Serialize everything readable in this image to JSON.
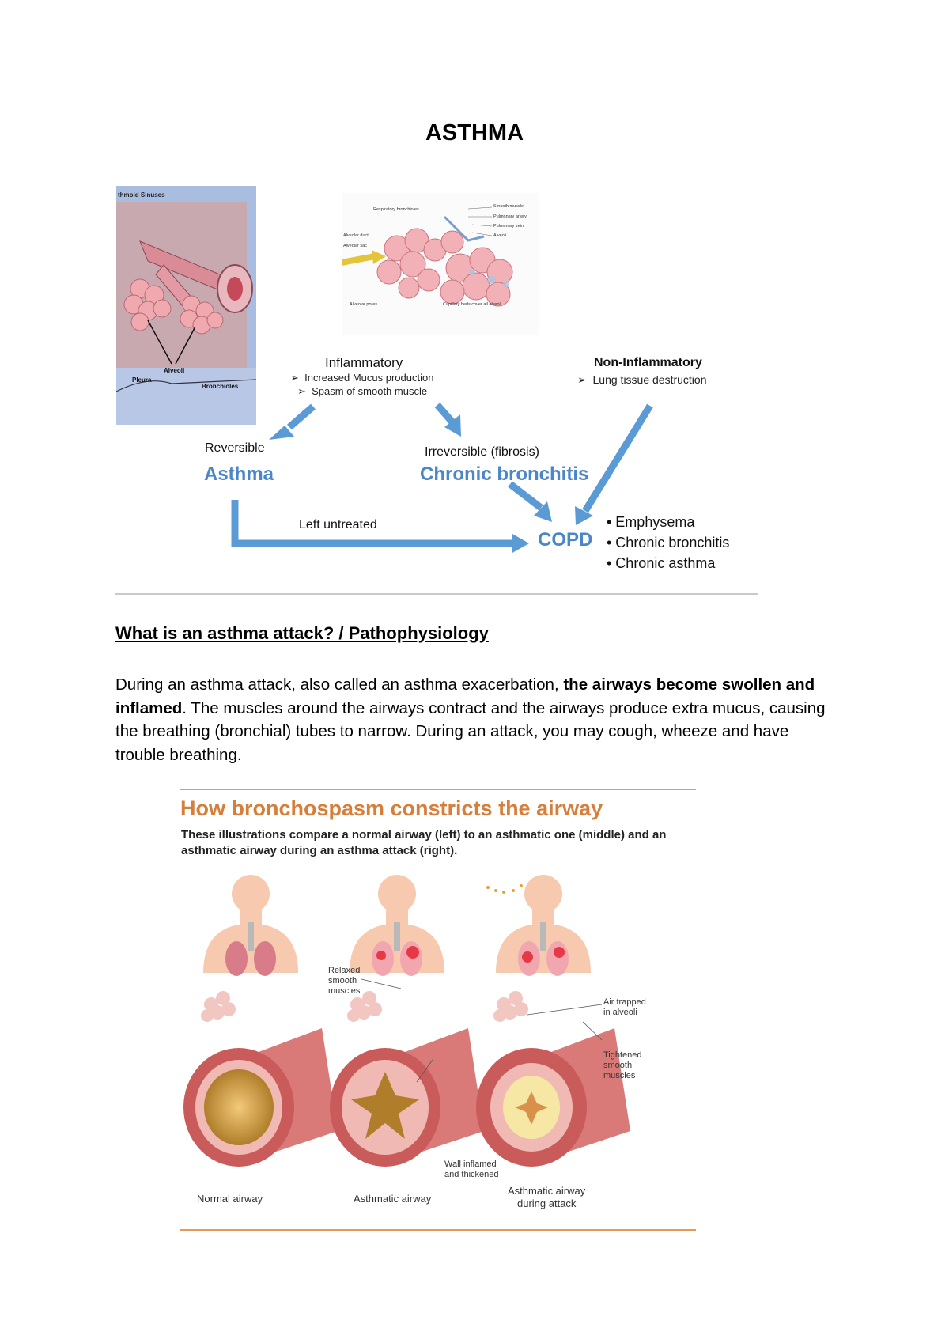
{
  "page_title": "ASTHMA",
  "top_figure": {
    "anatomy_labels": {
      "sinuses": "thmoid Sinuses",
      "alveoli": "Alveoli",
      "pleura": "Pleura",
      "bronchioles": "Bronchioles"
    },
    "lung_labels": {
      "respiratory_bronchioles": "Respiratory bronchioles",
      "smooth_muscle": "Smooth muscle",
      "pulmonary_artery": "Pulmonary artery",
      "pulmonary_vein": "Pulmonary vein",
      "alveoli": "Alveoli",
      "alveolar_duct": "Alveolar duct",
      "alveolar_sac": "Alveolar sac",
      "alveolar_pores": "Alveolar pores",
      "capillary": "Capillary beds cover all alveoli"
    }
  },
  "diagram": {
    "inflammatory_label": "Inflammatory",
    "inflammatory_items": [
      "Increased Mucus production",
      "Spasm of smooth muscle"
    ],
    "noninflammatory_label": "Non-Inflammatory",
    "noninflammatory_items": [
      "Lung tissue destruction"
    ],
    "reversible_label": "Reversible",
    "asthma_label": "Asthma",
    "irreversible_label": "Irreversible  (fibrosis)",
    "chronic_bronchitis_label": "Chronic bronchitis",
    "left_untreated_label": "Left untreated",
    "copd_label": "COPD",
    "copd_items": [
      "• Emphysema",
      "• Chronic bronchitis",
      "• Chronic asthma"
    ],
    "arrow_color": "#5b9bd5",
    "text_blue": "#4a86c8"
  },
  "section": {
    "heading": "What is an asthma attack? / Pathophysiology",
    "para_start": "During an asthma attack, also called an asthma exacerbation, ",
    "para_bold": "the airways become swollen and inflamed",
    "para_end": ". The muscles around the airways contract and the airways produce extra mucus, causing the breathing (bronchial) tubes to narrow. During an attack, you may cough, wheeze and have trouble breathing."
  },
  "bronchospasm_figure": {
    "title": "How bronchospasm constricts the airway",
    "subtitle": "These illustrations compare a normal airway (left) to an asthmatic one (middle) and an asthmatic airway during an asthma attack (right).",
    "labels": {
      "relaxed": [
        "Relaxed",
        "smooth",
        "muscles"
      ],
      "air_trapped": [
        "Air trapped",
        "in alveoli"
      ],
      "tightened": [
        "Tightened",
        "smooth",
        "muscles"
      ],
      "wall": [
        "Wall inflamed",
        "and thickened"
      ]
    },
    "captions": {
      "normal": "Normal airway",
      "asthmatic": "Asthmatic airway",
      "attack": [
        "Asthmatic airway",
        "during attack"
      ]
    },
    "accent_color": "#d67f3a"
  }
}
